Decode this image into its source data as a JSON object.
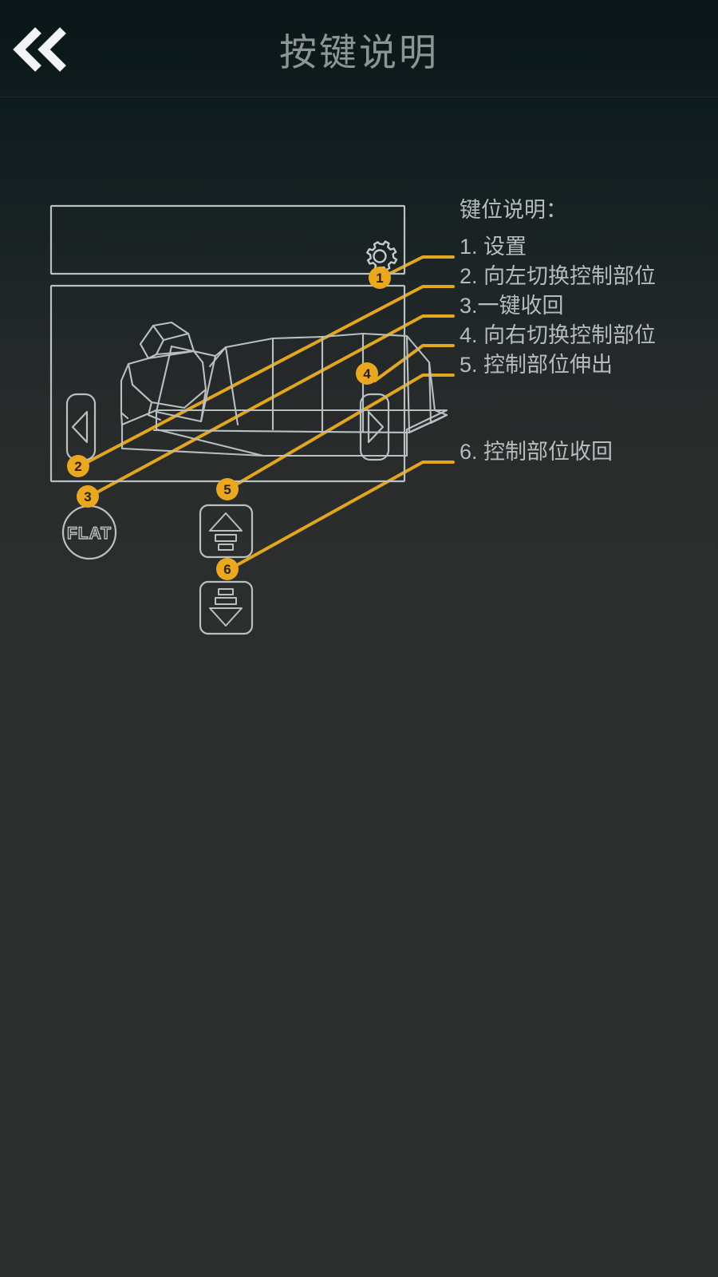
{
  "header": {
    "title": "按键说明",
    "back_icon": "double-chevron-left-icon",
    "title_color": "#8d9495"
  },
  "theme": {
    "background_top": "#0b1719",
    "background_bottom": "#2c2e2e",
    "outline": "#b9c0c1",
    "accent": "#e9a820",
    "badge_text": "#2a2018",
    "legend_text": "#b6bcbd"
  },
  "legend": {
    "heading": "键位说明：",
    "items": [
      {
        "number": "1",
        "label": "1. 设置"
      },
      {
        "number": "2",
        "label": "2. 向左切换控制部位"
      },
      {
        "number": "3",
        "label": "3.一键收回"
      },
      {
        "number": "4",
        "label": "4. 向右切换控制部位"
      },
      {
        "number": "5",
        "label": "5. 控制部位伸出"
      },
      {
        "number": "6",
        "label": "6. 控制部位收回"
      }
    ]
  },
  "remote": {
    "display_panel": {
      "name": "display-panel"
    },
    "control_panel": {
      "name": "control-panel"
    },
    "settings_icon": "gear-icon",
    "prev_button_icon": "triangle-left-icon",
    "next_button_icon": "triangle-right-icon",
    "flat_button_label": "FLAT",
    "extend_button_icon": "stack-up-icon",
    "retract_button_icon": "stack-down-icon",
    "bed_illustration": "adjustable-bed-icon"
  },
  "callouts": [
    {
      "number": "1",
      "target": "settings-gear-button"
    },
    {
      "number": "2",
      "target": "prev-part-button"
    },
    {
      "number": "3",
      "target": "flat-button"
    },
    {
      "number": "4",
      "target": "next-part-button"
    },
    {
      "number": "5",
      "target": "extend-button"
    },
    {
      "number": "6",
      "target": "retract-button"
    }
  ]
}
